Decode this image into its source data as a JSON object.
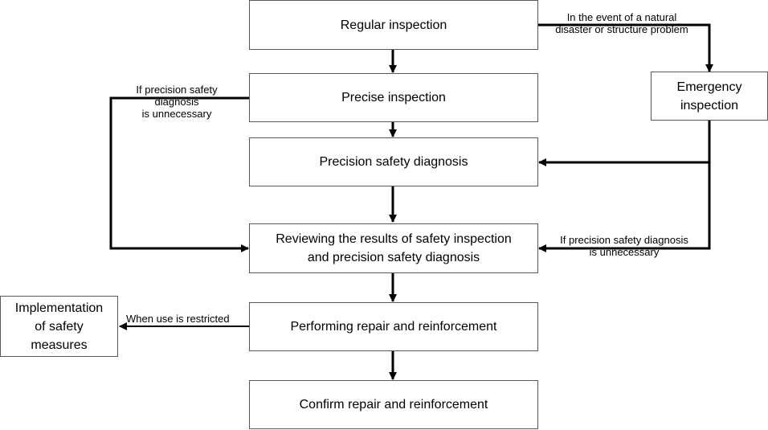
{
  "nodes": {
    "regular": "Regular inspection",
    "precise": "Precise inspection",
    "precision_diag": "Precision safety diagnosis",
    "reviewing": "Reviewing the results of safety inspection\nand precision safety diagnosis",
    "repair": "Performing repair and reinforcement",
    "confirm": "Confirm repair and reinforcement",
    "emergency": "Emergency\ninspection",
    "safety_measures": "Implementation\nof safety\nmeasures"
  },
  "edge_labels": {
    "natural_disaster": "In the event of a natural\ndisaster or structure problem",
    "left_unnecessary": "If precision safety\ndiagnosis\nis unnecessary",
    "right_unnecessary": "If precision safety diagnosis\nis unnecessary",
    "use_restricted": "When use is restricted"
  },
  "colors": {
    "line": "#000000",
    "box_border": "#595959"
  }
}
